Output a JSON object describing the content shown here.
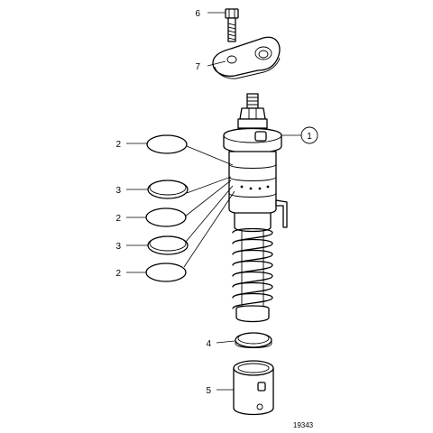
{
  "callouts": [
    {
      "id": "c6",
      "label": "6"
    },
    {
      "id": "c7",
      "label": "7"
    },
    {
      "id": "c1",
      "label": "1"
    },
    {
      "id": "c2a",
      "label": "2"
    },
    {
      "id": "c3a",
      "label": "3"
    },
    {
      "id": "c2b",
      "label": "2"
    },
    {
      "id": "c3b",
      "label": "3"
    },
    {
      "id": "c2c",
      "label": "2"
    },
    {
      "id": "c4",
      "label": "4"
    },
    {
      "id": "c5",
      "label": "5"
    }
  ],
  "figure_number": "19343"
}
